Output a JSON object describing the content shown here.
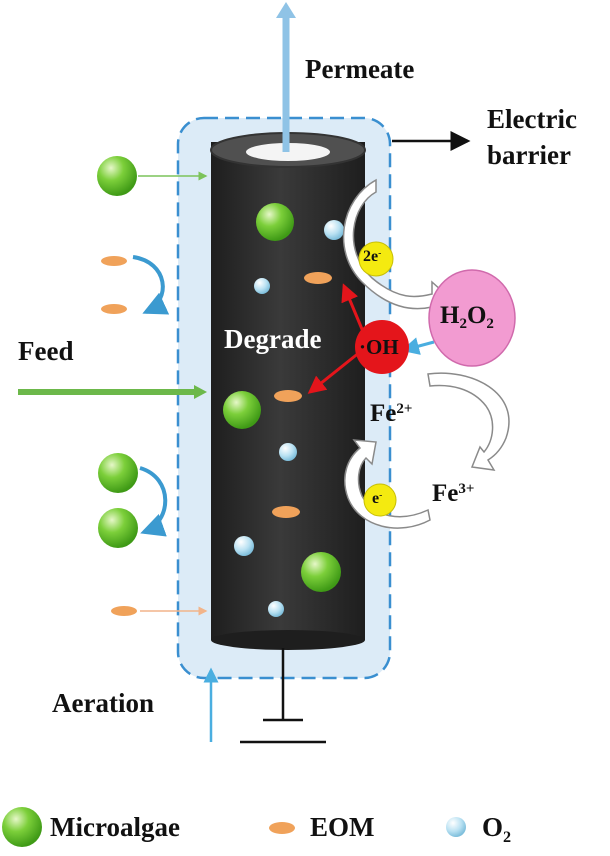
{
  "labels": {
    "permeate": "Permeate",
    "electric_barrier_line1": "Electric",
    "electric_barrier_line2": "barrier",
    "feed": "Feed",
    "degrade": "Degrade",
    "aeration": "Aeration",
    "two_electrons": "2e",
    "one_electron": "e",
    "electron_charge": "-",
    "hydroxyl_radical": "·OH",
    "hydrogen_peroxide": {
      "h": "H",
      "h_sub": "2",
      "o": "O",
      "o_sub": "2"
    },
    "ferrous": {
      "base": "Fe",
      "charge": "2+"
    },
    "ferric": {
      "base": "Fe",
      "charge": "3+"
    }
  },
  "legend": {
    "microalgae": "Microalgae",
    "eom": "EOM",
    "oxygen": {
      "base": "O",
      "sub": "2"
    }
  },
  "colors": {
    "membrane": "#2f2f2f",
    "barrier_fill": "#dcebf7",
    "barrier_dash": "#3a8fd0",
    "permeate_arrow": "#8fc3e6",
    "feed_arrow": "#6cb84a",
    "microalgae": "#66c02e",
    "eom": "#f0a25a",
    "oxygen": "#a9d8ee",
    "radical": "#e4151b",
    "h2o2": "#f29bd1",
    "electron": "#f4ea10"
  }
}
